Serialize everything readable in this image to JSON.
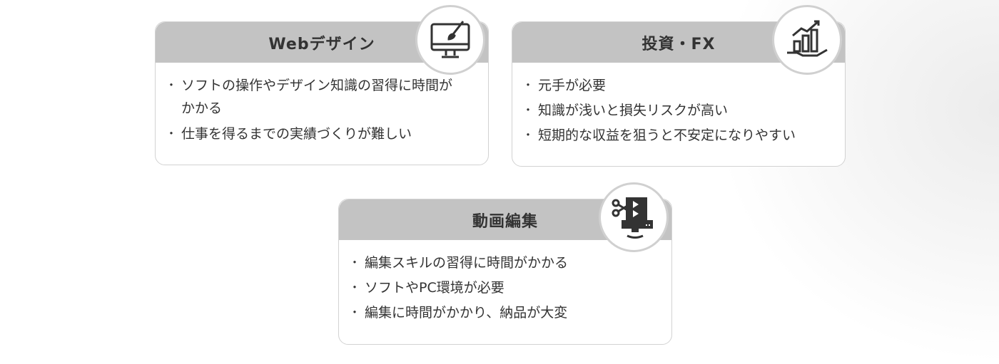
{
  "cards": [
    {
      "title": "Webデザイン",
      "icon": "monitor-paintbrush-icon",
      "items": [
        "ソフトの操作やデザイン知識の習得に時間がかかる",
        "仕事を得るまでの実績づくりが難しい"
      ]
    },
    {
      "title": "投資・FX",
      "icon": "growth-chart-hand-icon",
      "items": [
        "元手が必要",
        "知識が浅いと損失リスクが高い",
        "短期的な収益を狙うと不安定になりやすい"
      ]
    },
    {
      "title": "動画編集",
      "icon": "video-editing-monitor-icon",
      "items": [
        "編集スキルの習得に時間がかかる",
        "ソフトやPC環境が必要",
        "編集に時間がかかり、納品が大変"
      ]
    }
  ]
}
